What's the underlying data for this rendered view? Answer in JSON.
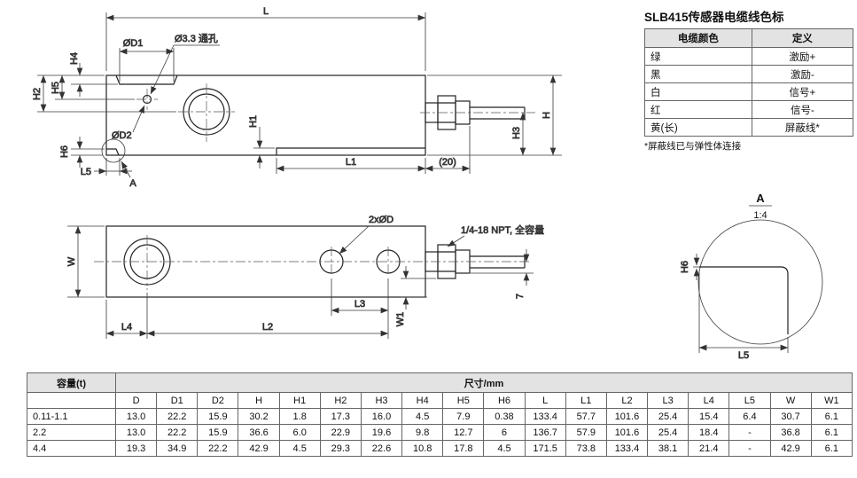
{
  "cable_table": {
    "title": "SLB415传感器电缆线色标",
    "headers": [
      "电缆颜色",
      "定义"
    ],
    "rows": [
      [
        "绿",
        "激励+"
      ],
      [
        "黑",
        "激励-"
      ],
      [
        "白",
        "信号+"
      ],
      [
        "红",
        "信号-"
      ],
      [
        "黄(长)",
        "屏蔽线*"
      ]
    ],
    "footnote": "*屏蔽线已与弹性体连接"
  },
  "side_view": {
    "labels": {
      "L": "L",
      "D1": "ØD1",
      "through_hole": "Ø3.3 通孔",
      "H4": "H4",
      "H5": "H5",
      "H2": "H2",
      "D2": "ØD2",
      "H6": "H6",
      "L5": "L5",
      "detail_callout": "A",
      "H1": "H1",
      "L1": "L1",
      "gland_length": "(20)",
      "H3": "H3",
      "H": "H"
    }
  },
  "top_view": {
    "labels": {
      "W": "W",
      "holes": "2xØD",
      "npt": "1/4-18 NPT, 全容量",
      "L3": "L3",
      "W1": "W1",
      "L4": "L4",
      "L2": "L2",
      "cable_offset": "7"
    }
  },
  "detail_view": {
    "labels": {
      "name": "A",
      "scale": "1:4",
      "H6": "H6",
      "L5": "L5"
    }
  },
  "dim_table": {
    "capacity_header": "容量(t)",
    "dims_header": "尺寸/mm",
    "columns": [
      "D",
      "D1",
      "D2",
      "H",
      "H1",
      "H2",
      "H3",
      "H4",
      "H5",
      "H6",
      "L",
      "L1",
      "L2",
      "L3",
      "L4",
      "L5",
      "W",
      "W1"
    ],
    "rows": [
      {
        "capacity": "0.11-1.1",
        "values": [
          "13.0",
          "22.2",
          "15.9",
          "30.2",
          "1.8",
          "17.3",
          "16.0",
          "4.5",
          "7.9",
          "0.38",
          "133.4",
          "57.7",
          "101.6",
          "25.4",
          "15.4",
          "6.4",
          "30.7",
          "6.1"
        ]
      },
      {
        "capacity": "2.2",
        "values": [
          "13.0",
          "22.2",
          "15.9",
          "36.6",
          "6.0",
          "22.9",
          "19.6",
          "9.8",
          "12.7",
          "6",
          "136.7",
          "57.9",
          "101.6",
          "25.4",
          "18.4",
          "-",
          "36.8",
          "6.1"
        ]
      },
      {
        "capacity": "4.4",
        "values": [
          "19.3",
          "34.9",
          "22.2",
          "42.9",
          "4.5",
          "29.3",
          "22.6",
          "10.8",
          "17.8",
          "4.5",
          "171.5",
          "73.8",
          "133.4",
          "38.1",
          "21.4",
          "-",
          "42.9",
          "6.1"
        ]
      }
    ]
  }
}
